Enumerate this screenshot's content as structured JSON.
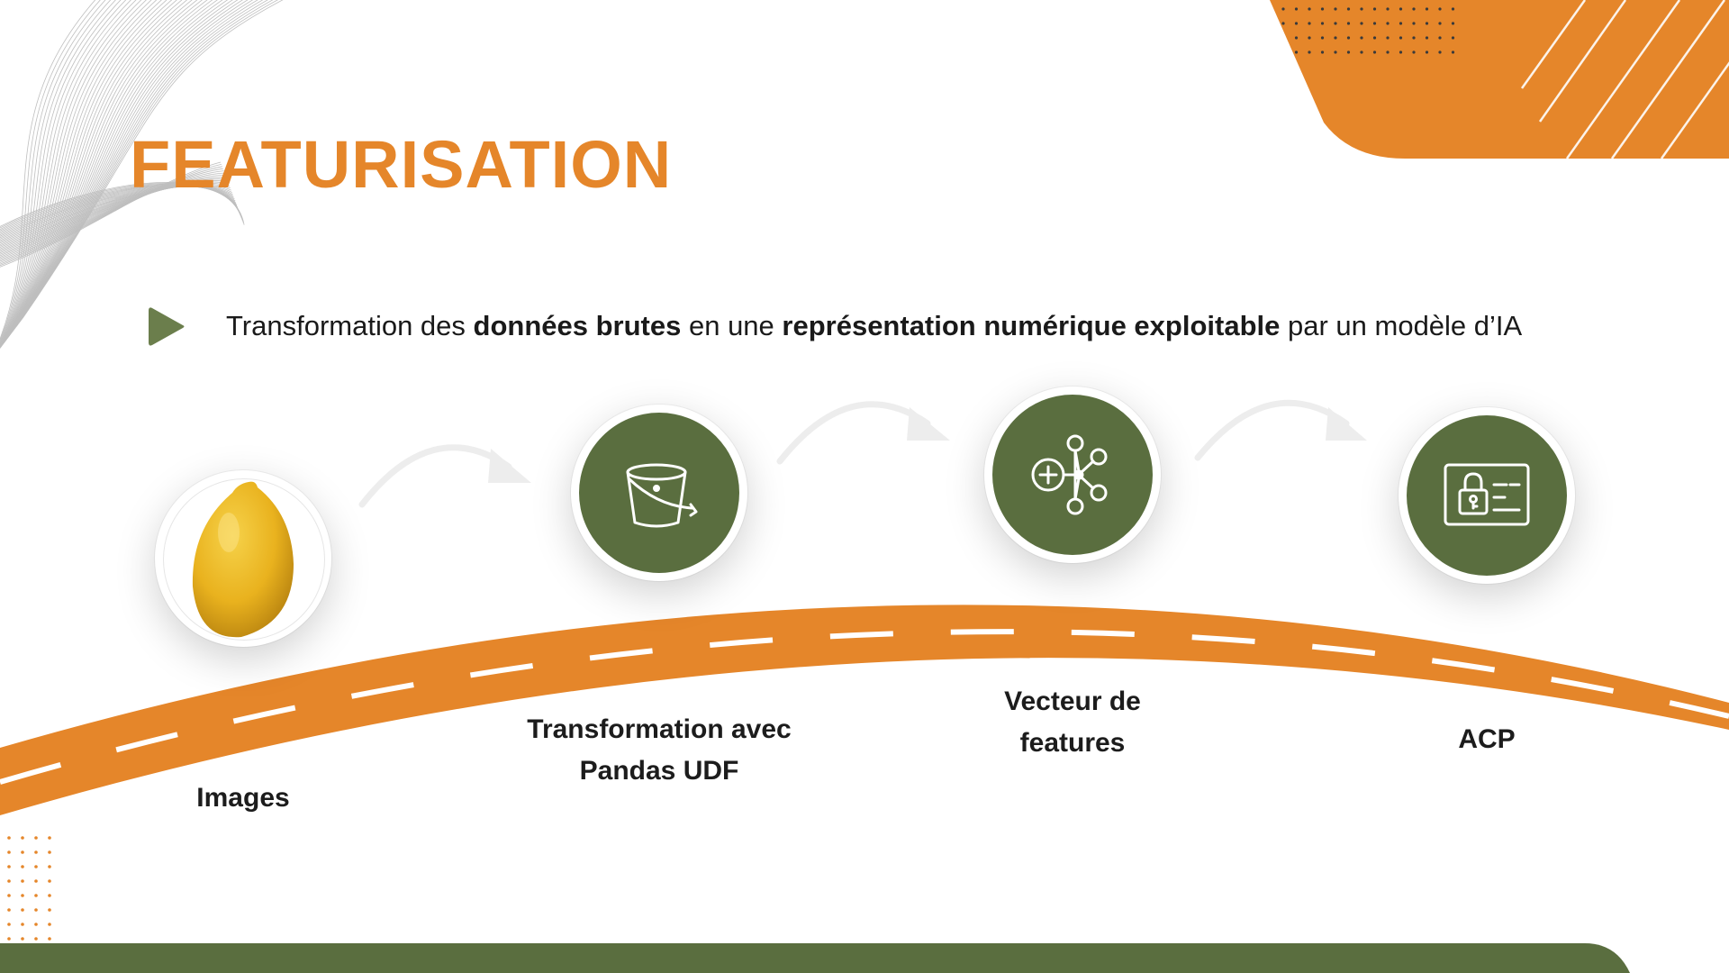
{
  "title": "FEATURISATION",
  "intro": {
    "segments": [
      {
        "text": "Transformation des ",
        "bold": false
      },
      {
        "text": "données brutes",
        "bold": true
      },
      {
        "text": " en une ",
        "bold": false
      },
      {
        "text": "représentation numérique exploitable",
        "bold": true
      },
      {
        "text": " par un modèle d’IA",
        "bold": false
      }
    ]
  },
  "steps": [
    {
      "label": "Images",
      "icon": "lemon-photo"
    },
    {
      "label": "Transformation avec\nPandas UDF",
      "icon": "bucket-icon"
    },
    {
      "label": "Vecteur de\nfeatures",
      "icon": "network-icon"
    },
    {
      "label": "ACP",
      "icon": "id-card-lock-icon"
    }
  ],
  "colors": {
    "accent": "#E5862A",
    "node": "#5A6E3F",
    "footer": "#5A6E3F",
    "text": "#1A1A1A"
  }
}
